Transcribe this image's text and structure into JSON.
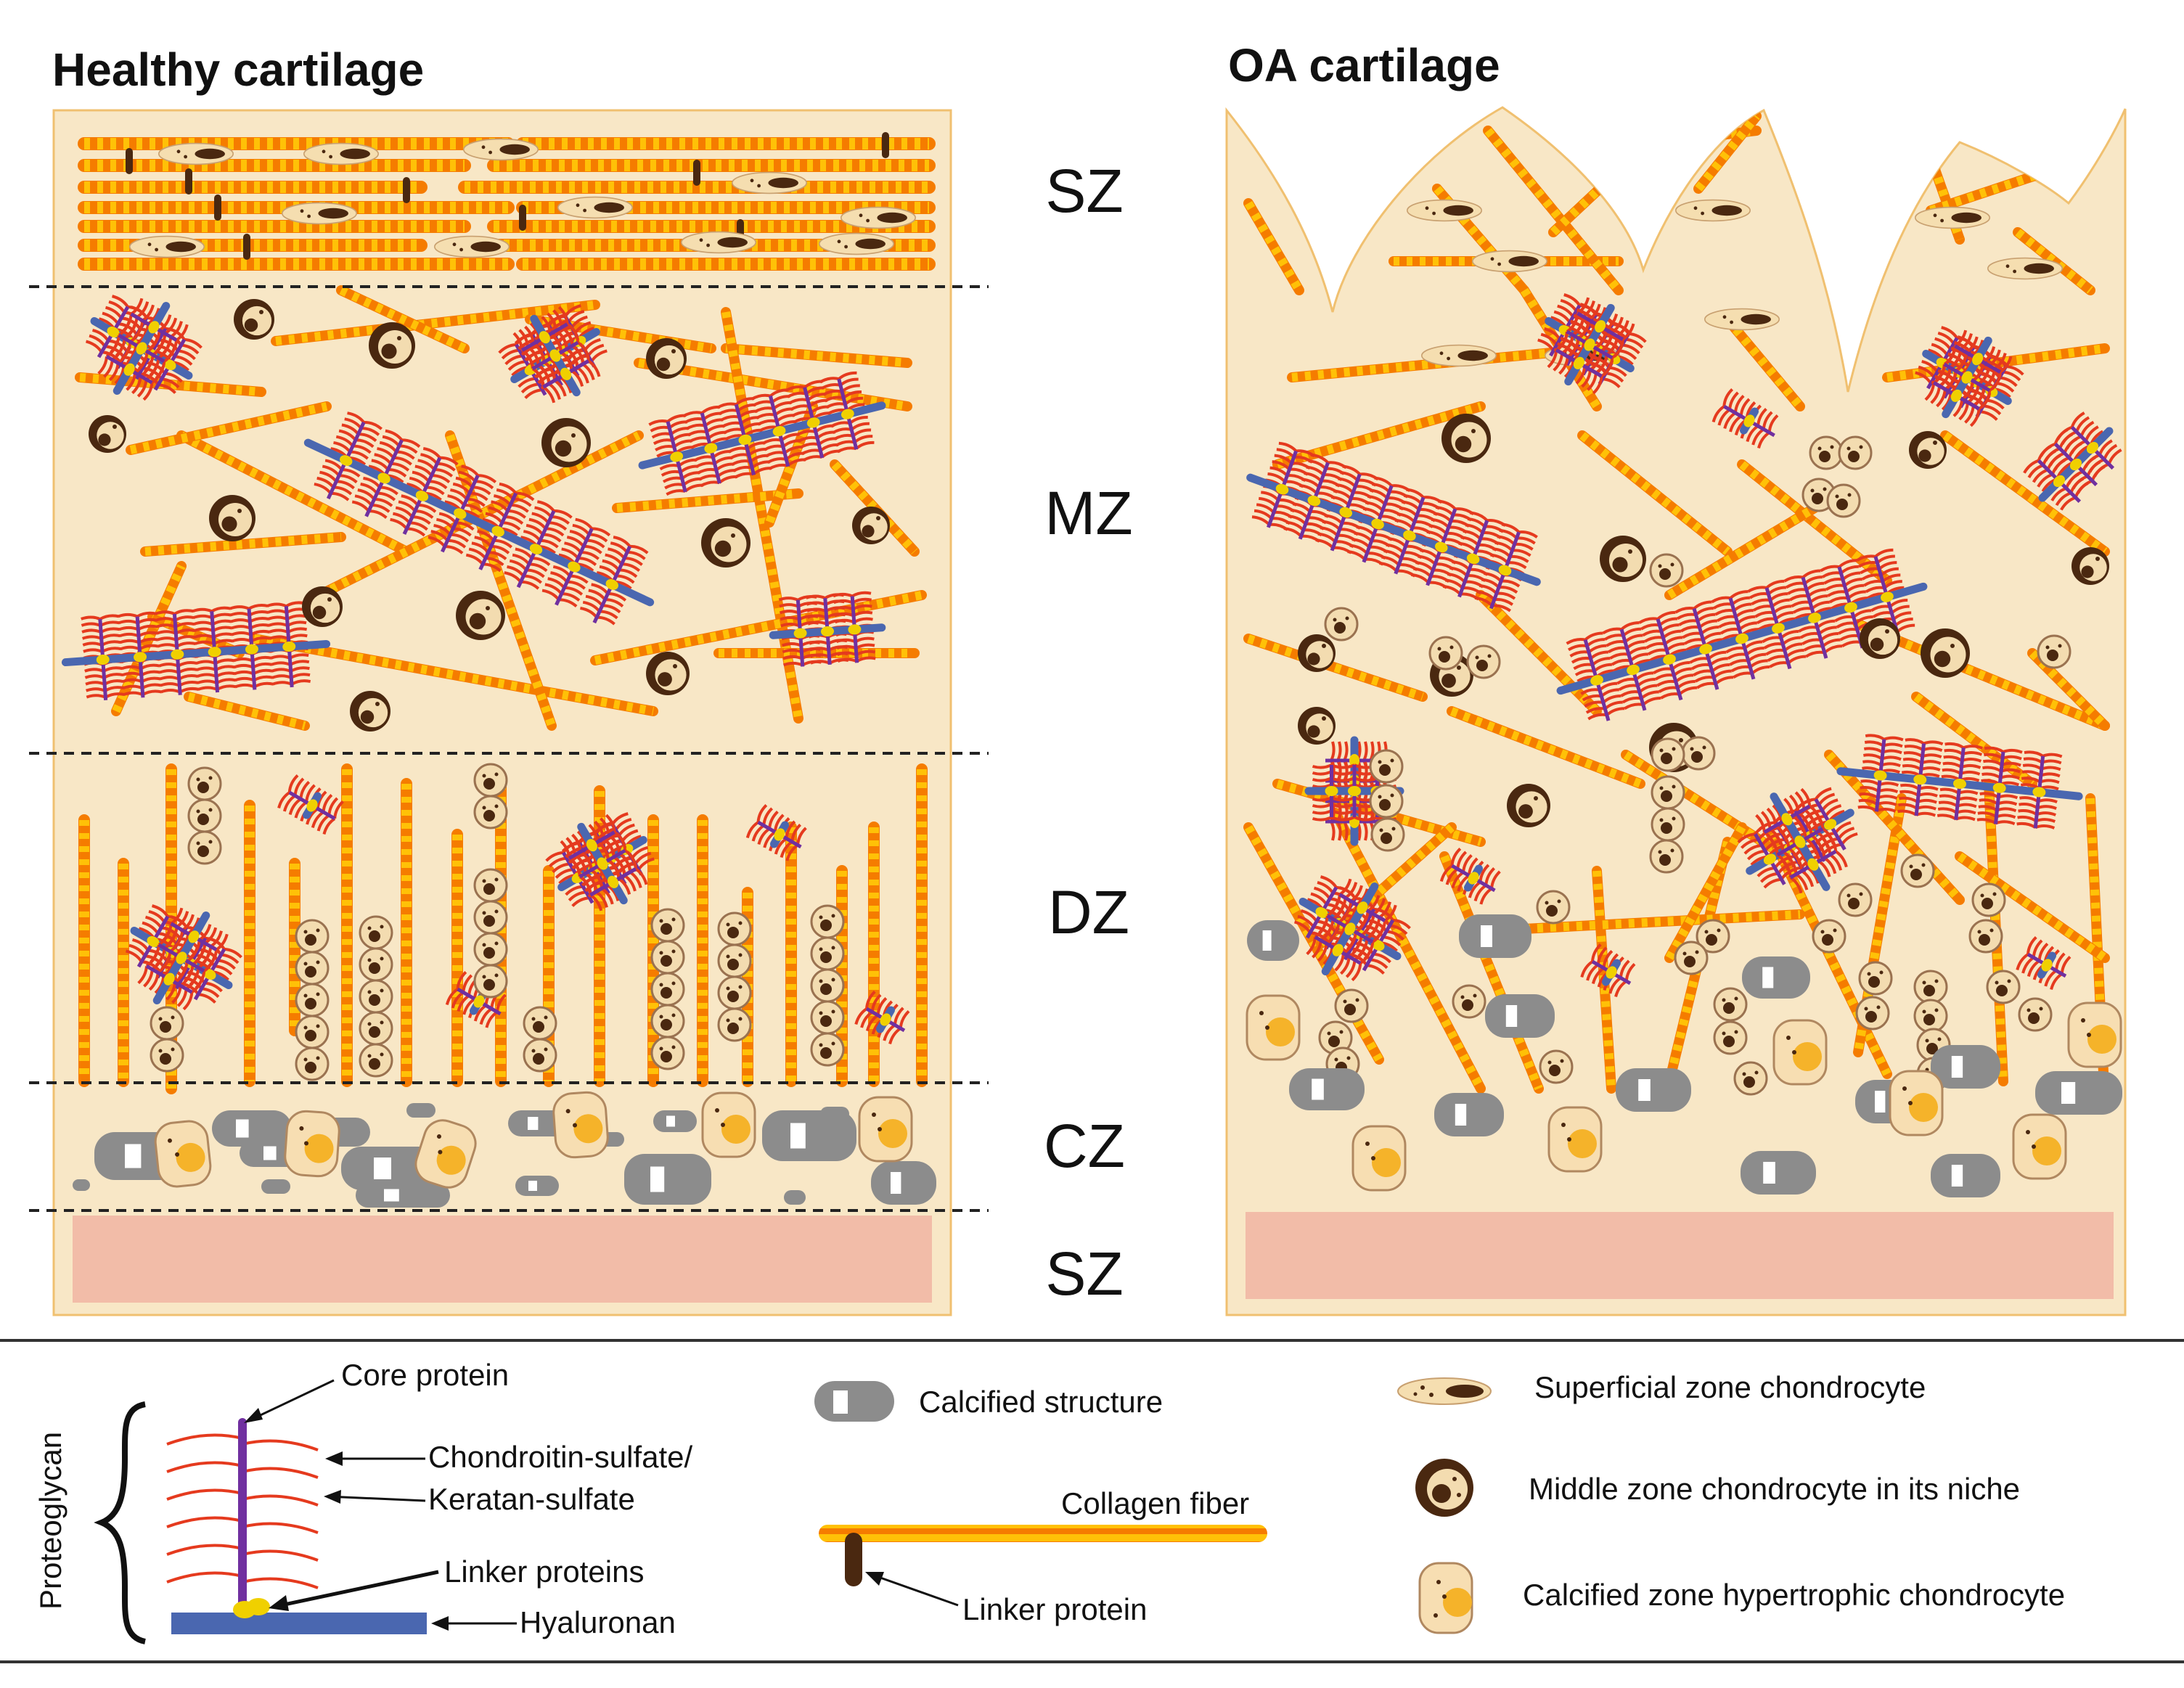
{
  "panels": {
    "healthy": {
      "title": "Healthy cartilage"
    },
    "oa": {
      "title": "OA cartilage"
    }
  },
  "zones": [
    "SZ",
    "MZ",
    "DZ",
    "CZ",
    "SZ"
  ],
  "legend": {
    "proteoglycan": {
      "group_label": "Proteoglycan",
      "core_protein": "Core protein",
      "gag_line1": "Chondroitin-sulfate/",
      "gag_line2": "Keratan-sulfate",
      "linker_proteins": "Linker proteins",
      "hyaluronan": "Hyaluronan"
    },
    "calcified_structure": "Calcified structure",
    "collagen_fiber": "Collagen fiber",
    "linker_protein": "Linker protein",
    "superficial_chondrocyte": "Superficial zone chondrocyte",
    "middle_chondrocyte": "Middle zone chondrocyte in its niche",
    "hypertrophic_chondrocyte": "Calcified zone hypertrophic chondrocyte"
  },
  "colors": {
    "matrix": "#f8e7c6",
    "border": "#f0c070",
    "bone": "#f2bca8",
    "collagen_orange": "#f57c00",
    "collagen_yellow": "#ffc107",
    "gag_red": "#e53a1e",
    "core_purple": "#7030a0",
    "hyaluronan_blue": "#4a67b0",
    "linker_yellow": "#f0d000",
    "calcified_gray": "#8c8c8c",
    "chondrocyte_brown": "#4a2810",
    "hypertrophic_nucleus": "#f5b32a"
  }
}
